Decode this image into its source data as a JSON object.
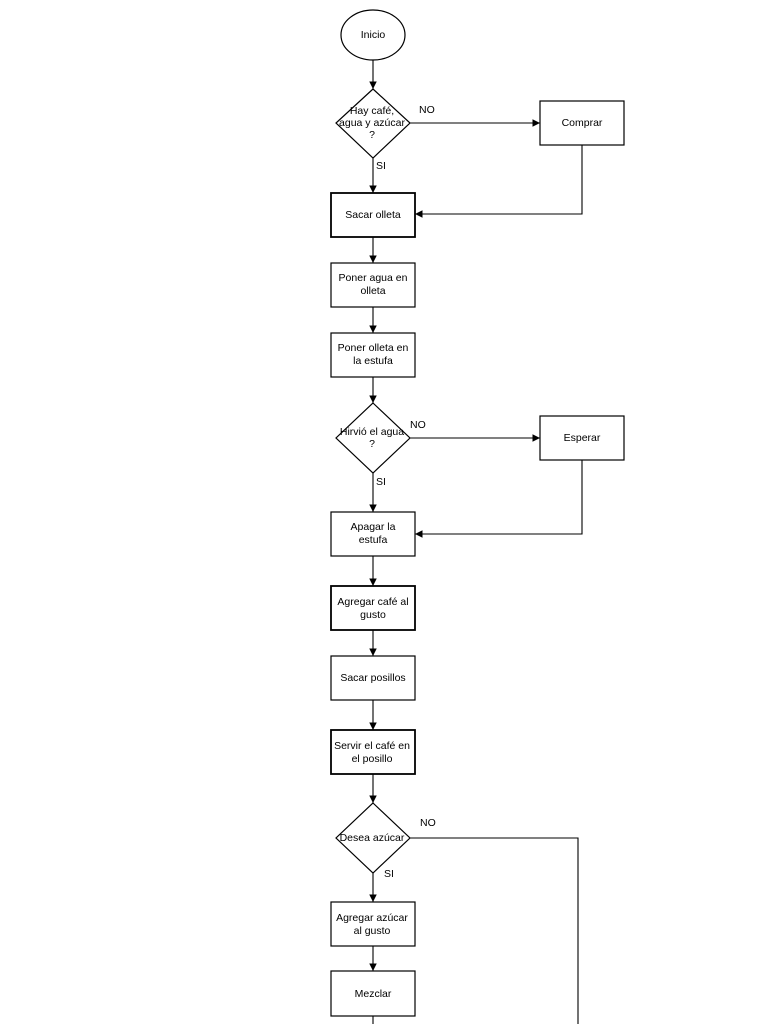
{
  "nodes": {
    "inicio": [
      "Inicio"
    ],
    "hay_cafe": [
      "Hay café,",
      "agua y azúcar",
      "?"
    ],
    "comprar": [
      "Comprar"
    ],
    "sacar_olleta": [
      "Sacar olleta"
    ],
    "poner_agua": [
      "Poner agua en",
      "olleta"
    ],
    "poner_olleta": [
      "Poner olleta en",
      "la estufa"
    ],
    "hirvio": [
      "Hirvió el agua",
      "?"
    ],
    "esperar": [
      "Esperar"
    ],
    "apagar": [
      "Apagar la",
      "estufa"
    ],
    "agregar_cafe": [
      "Agregar café al",
      "gusto"
    ],
    "sacar_posillos": [
      "Sacar posillos"
    ],
    "servir": [
      "Servir el café en",
      "el posillo"
    ],
    "desea_azucar": [
      "Desea azúcar"
    ],
    "agregar_azucar": [
      "Agregar azúcar",
      "al gusto"
    ],
    "mezclar": [
      "Mezclar"
    ]
  },
  "edge_labels": {
    "hay_cafe_no": "NO",
    "hay_cafe_si": "SI",
    "hirvio_no": "NO",
    "hirvio_si": "SI",
    "desea_no": "NO",
    "desea_si": "SI"
  }
}
